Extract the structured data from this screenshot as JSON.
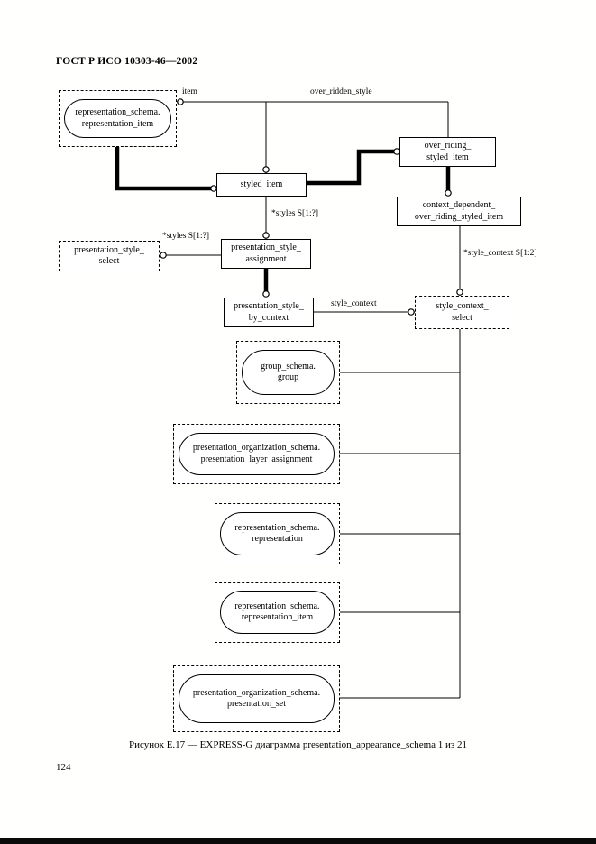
{
  "page": {
    "header": "ГОСТ Р ИСО 10303-46—2002",
    "caption": "Рисунок Е.17 — EXPRESS-G диаграмма presentation_appearance_schema 1 из 21",
    "page_number": "124"
  },
  "diagram": {
    "entities": {
      "styled_item": {
        "label": "styled_item"
      },
      "over_riding_styled_item": {
        "line1": "over_riding_",
        "line2": "styled_item"
      },
      "context_dependent": {
        "line1": "context_dependent_",
        "line2": "over_riding_styled_item"
      },
      "presentation_style_assignment": {
        "line1": "presentation_style_",
        "line2": "assignment"
      },
      "presentation_style_by_context": {
        "line1": "presentation_style_",
        "line2": "by_context"
      }
    },
    "selects": {
      "presentation_style_select": {
        "line1": "presentation_style_",
        "line2": "select"
      },
      "style_context_select": {
        "line1": "style_context_",
        "line2": "select"
      }
    },
    "interschema_refs": {
      "representation_item_top": {
        "line1": "representation_schema.",
        "line2": "representation_item"
      },
      "group": {
        "line1": "group_schema.",
        "line2": "group"
      },
      "presentation_layer_assignment": {
        "line1": "presentation_organization_schema.",
        "line2": "presentation_layer_assignment"
      },
      "representation": {
        "line1": "representation_schema.",
        "line2": "representation"
      },
      "representation_item": {
        "line1": "representation_schema.",
        "line2": "representation_item"
      },
      "presentation_set": {
        "line1": "presentation_organization_schema.",
        "line2": "presentation_set"
      }
    },
    "edge_labels": {
      "item": "item",
      "over_ridden_style": "over_ridden_style",
      "styles_set": "*styles S[1:?]",
      "styles_set2": "*styles S[1:?]",
      "style_context": "style_context",
      "style_context_set": "*style_context S[1:2]"
    }
  }
}
